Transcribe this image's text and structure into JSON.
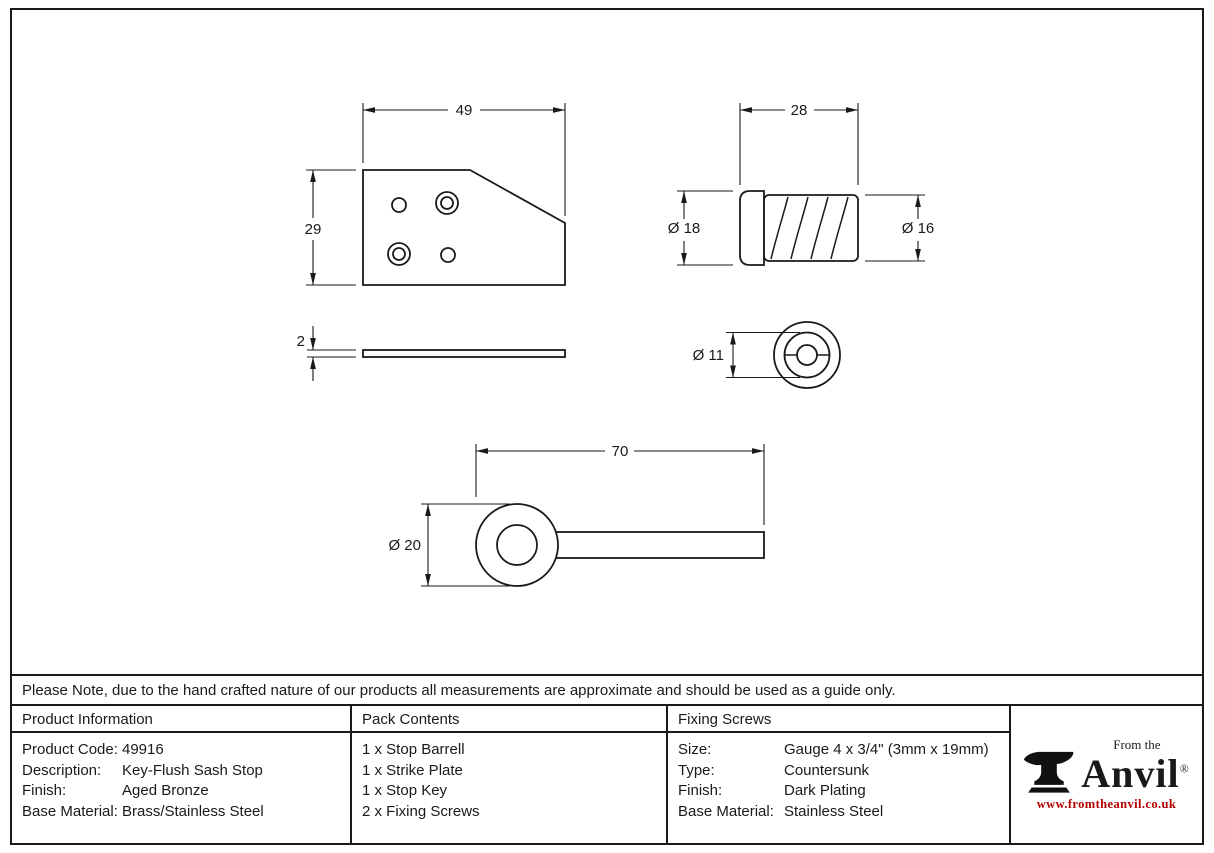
{
  "drawing": {
    "strike_plate": {
      "width": "49",
      "height": "29",
      "thickness": "2"
    },
    "barrel": {
      "length": "28",
      "head_dia": "Ø 18",
      "body_dia": "Ø 16",
      "slot_dia": "Ø 11"
    },
    "key": {
      "length": "70",
      "ring_dia": "Ø 20"
    }
  },
  "note": "Please Note, due to the hand crafted nature of our products all measurements are approximate and should be used as a guide only.",
  "table": {
    "product_info": {
      "header": "Product Information",
      "rows": [
        {
          "label": "Product Code:",
          "value": "49916"
        },
        {
          "label": "Description:",
          "value": "Key-Flush Sash Stop"
        },
        {
          "label": "Finish:",
          "value": "Aged Bronze"
        },
        {
          "label": "Base Material:",
          "value": "Brass/Stainless Steel"
        }
      ]
    },
    "pack_contents": {
      "header": "Pack Contents",
      "items": [
        "1 x Stop Barrell",
        "1 x Strike Plate",
        "1 x Stop Key",
        "2 x Fixing Screws"
      ]
    },
    "fixing_screws": {
      "header": "Fixing Screws",
      "rows": [
        {
          "label": "Size:",
          "value": "Gauge 4 x 3/4\" (3mm x 19mm)"
        },
        {
          "label": "Type:",
          "value": "Countersunk"
        },
        {
          "label": "Finish:",
          "value": "Dark Plating"
        },
        {
          "label": "Base Material:",
          "value": "Stainless Steel"
        }
      ]
    }
  },
  "logo": {
    "from_the": "From the",
    "name": "Anvil",
    "registered": "®",
    "url": "www.fromtheanvil.co.uk",
    "brand_red": "#b30000"
  }
}
